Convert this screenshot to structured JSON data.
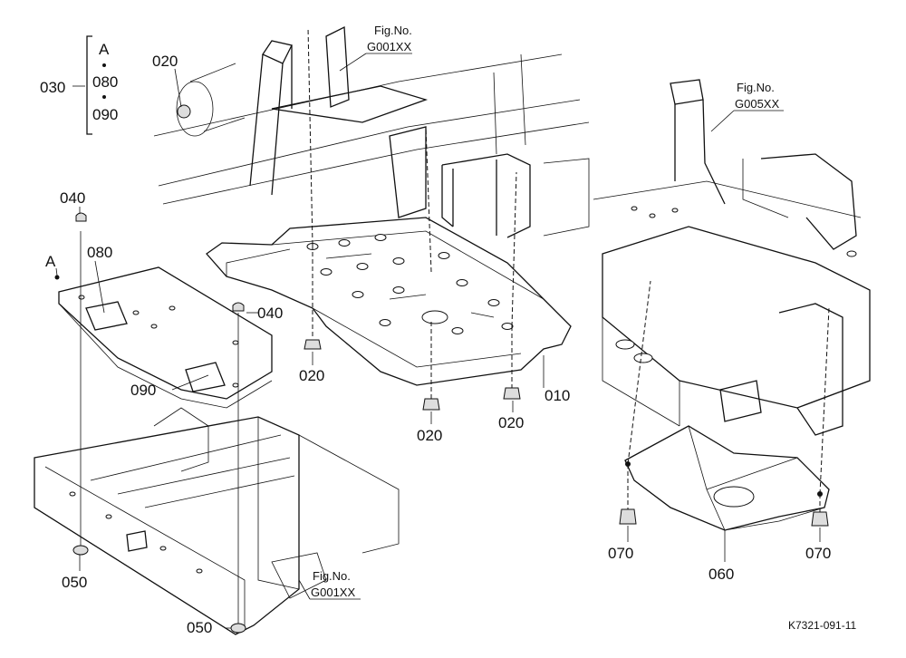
{
  "callouts": {
    "c030": "030",
    "brace_a": "A",
    "brace_080": "080",
    "brace_090": "090",
    "c020_top": "020",
    "c040_left": "040",
    "c_a": "A",
    "c080": "080",
    "c040_right": "040",
    "c090": "090",
    "c020_left": "020",
    "c020_mid": "020",
    "c020_right": "020",
    "c010": "010",
    "c050_left": "050",
    "c050_bottom": "050",
    "c070_left": "070",
    "c060": "060",
    "c070_right": "070"
  },
  "figure_refs": {
    "top": {
      "label": "Fig.No.",
      "code": "G001XX"
    },
    "bottom": {
      "label": "Fig.No.",
      "code": "G001XX"
    },
    "right": {
      "label": "Fig.No.",
      "code": "G005XX"
    }
  },
  "drawing_code": "K7321-091-11",
  "colors": {
    "ink": "#111111",
    "paper": "#ffffff"
  }
}
